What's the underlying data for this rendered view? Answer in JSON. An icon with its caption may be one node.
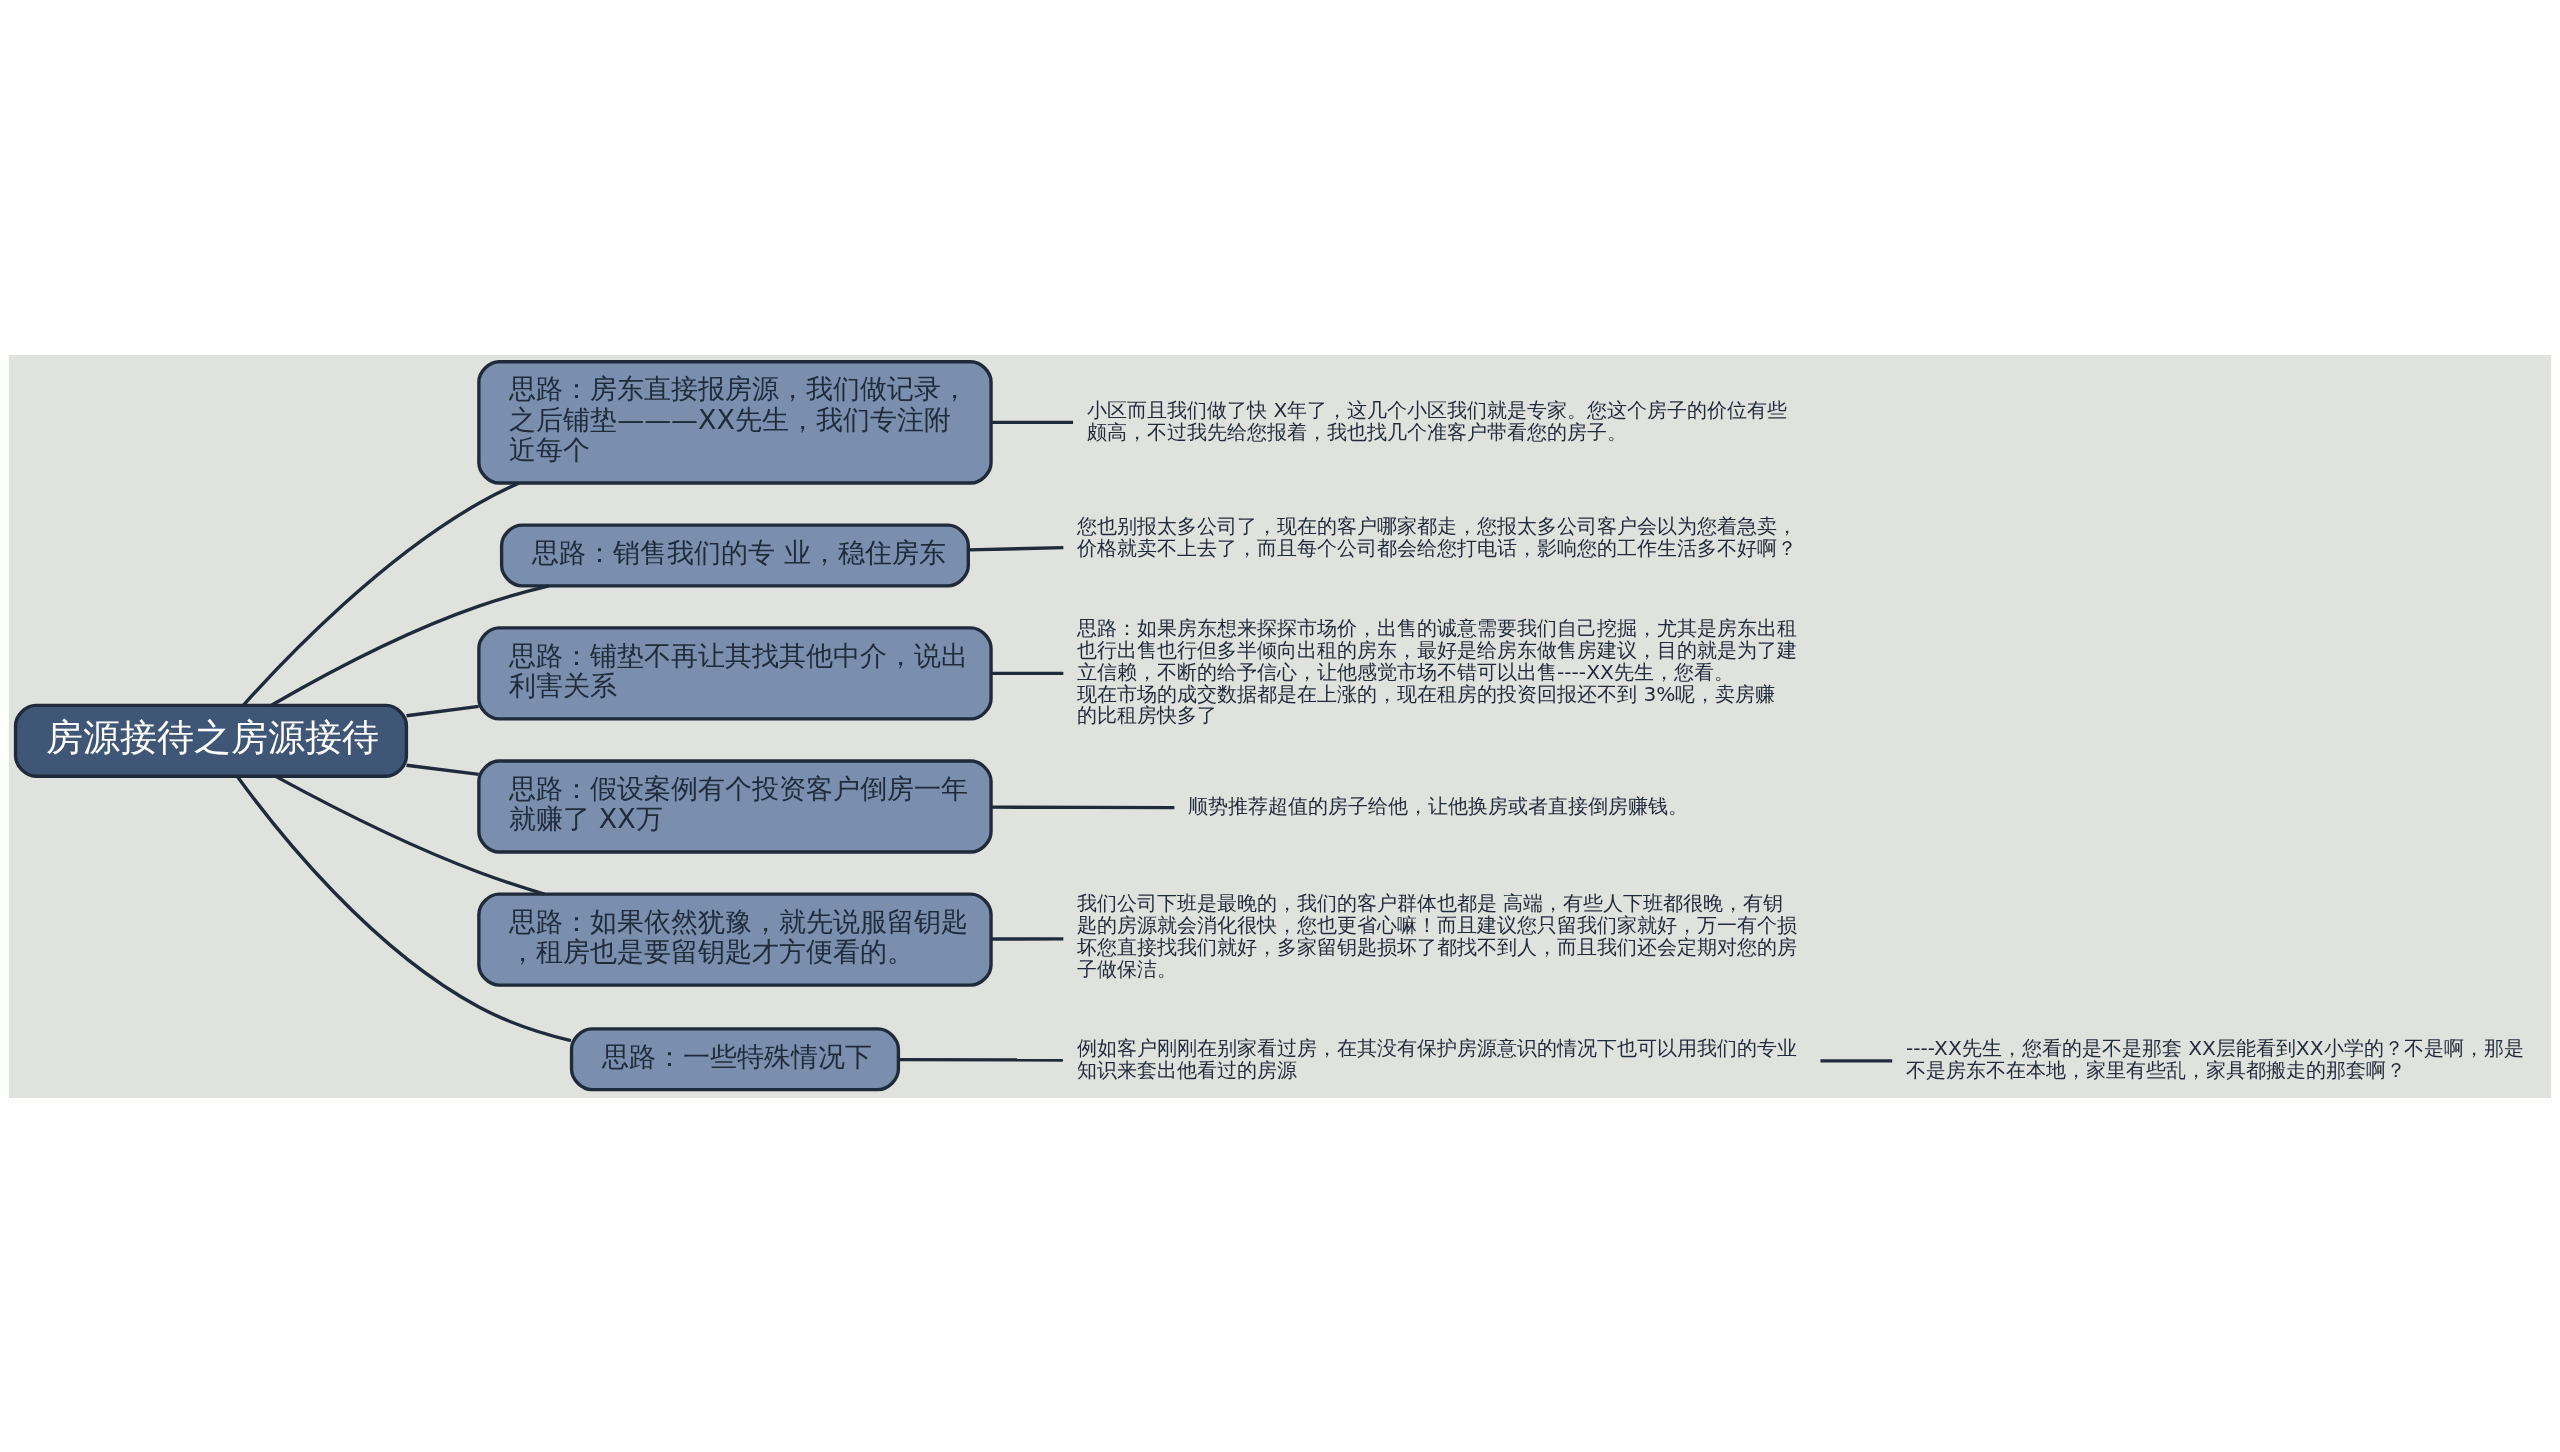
{
  "diagram": {
    "nodes": [
      {
        "text": [
          "房源接待之房源接待"
        ]
      },
      {
        "text": [
          "思路：房东直接报房源，我们做记录，之后铺垫———XX先生，我们专注附近每个"
        ]
      },
      {
        "text": [
          "思路：销售我们的专 业，稳住房东"
        ]
      },
      {
        "text": [
          "思路：铺垫不再让其找其他中介，说出利害关系"
        ]
      },
      {
        "text": [
          "思路：假设案例有个投资客户倒房一年就赚了 XX万"
        ]
      },
      {
        "text": [
          "思路：如果依然犹豫，就先说服留钥匙，租房也是要留钥匙才方便看的。"
        ]
      },
      {
        "text": [
          "思路：一些特殊情况下"
        ]
      },
      {
        "text": [
          "小区而且我们做了快 X年了，这几个小区我们就是专家。您这个房子的价位有些颇高，不过我先给您报着，我也找几个准客户带看您的房子。"
        ]
      },
      {
        "text": [
          "您也别报太多公司了，现在的客户哪家都走，您报太多公司客户会以为您着急卖，价格就卖不上去了，而且每个公司都会给您打电话，影响您的工作生活多不好啊？"
        ]
      },
      {
        "text": [
          "思路：如果房东想来探探市场价，出售的诚意需要我们自己挖掘，尤其是房东出租也行出售也行但多半倾向出租的房东，最好是给房东做售房建议，目的就是为了建立信赖，不断的给予信心，让他感觉市场不错可以出售----XX先生，您看。现在市场的成交数据都是在上涨的，现在租房的投资回报还不到 3%呢，卖房赚的比租房快多了"
        ]
      },
      {
        "text": [
          "顺势推荐超值的房子给他，让他换房或者直接倒房赚钱。"
        ]
      },
      {
        "text": [
          "我们公司下班是最晚的，我们的客户群体也都是 高端，有些人下班都很晚，有钥匙的房源就会消化很快，您也更省心嘛！而且建议您只留我们家就好，万一有个损坏您直接找我们就好，多家留钥匙损坏了都找不到人，而且我们还会定期对您的房子做保洁。"
        ]
      },
      {
        "text": [
          "例如客户刚刚在别家看过房，在其没有保护房源意识的情况下也可以用我们的专业知识来套出他看过的房源"
        ]
      },
      {
        "text": [
          "----XX先生，您看的是不是那套 XX层能看到XX小学的？不是啊，那是不是房东不在本地，家里有些乱，家具都搬走的那套啊？"
        ]
      }
    ],
    "edges": [
      {
        "from": 0,
        "to": 1,
        "arrow": "none"
      },
      {
        "from": 0,
        "to": 2,
        "arrow": "none"
      },
      {
        "from": 0,
        "to": 3,
        "arrow": "none"
      },
      {
        "from": 0,
        "to": 4,
        "arrow": "none"
      },
      {
        "from": 0,
        "to": 5,
        "arrow": "none"
      },
      {
        "from": 0,
        "to": 6,
        "arrow": "none"
      },
      {
        "from": 1,
        "to": 7,
        "arrow": "none"
      },
      {
        "from": 2,
        "to": 8,
        "arrow": "none"
      },
      {
        "from": 3,
        "to": 9,
        "arrow": "none"
      },
      {
        "from": 4,
        "to": 10,
        "arrow": "none"
      },
      {
        "from": 5,
        "to": 11,
        "arrow": "none"
      },
      {
        "from": 6,
        "to": 12,
        "arrow": "none"
      },
      {
        "from": 12,
        "to": 13,
        "arrow": "none"
      }
    ]
  }
}
